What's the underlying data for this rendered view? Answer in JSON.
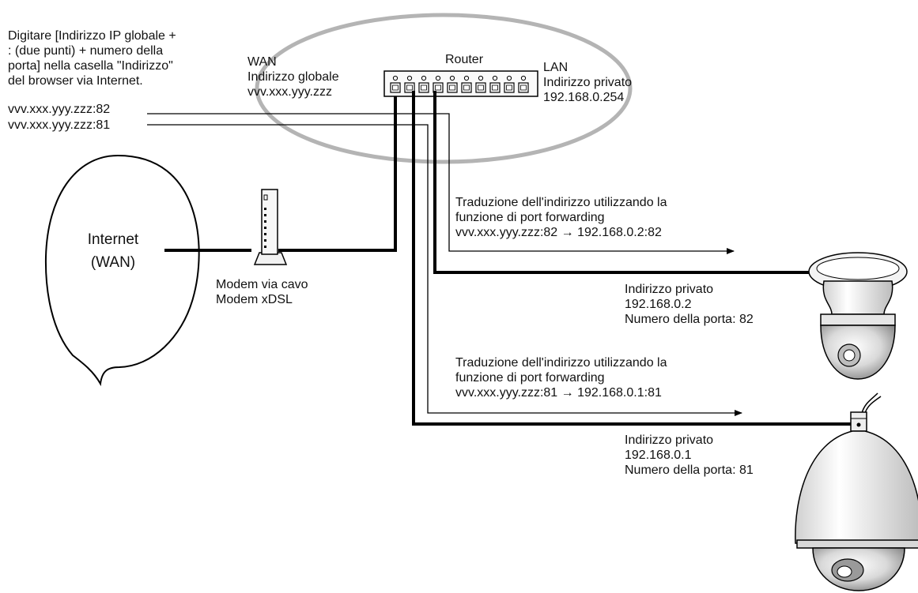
{
  "instructions": {
    "lines": [
      "Digitare [Indirizzo IP globale +",
      ": (due punti) + numero della",
      "porta] nella casella \"Indirizzo\"",
      "del browser via Internet."
    ],
    "url_82": "vvv.xxx.yyy.zzz:82",
    "url_81": "vvv.xxx.yyy.zzz:81"
  },
  "wan": {
    "title": "WAN",
    "subtitle": "Indirizzo globale",
    "address": "vvv.xxx.yyy.zzz"
  },
  "router": {
    "label": "Router"
  },
  "lan": {
    "title": "LAN",
    "subtitle": "Indirizzo privato",
    "address": "192.168.0.254"
  },
  "internet": {
    "line1": "Internet",
    "line2": "(WAN)"
  },
  "modem": {
    "line1": "Modem via cavo",
    "line2": "Modem xDSL"
  },
  "forward_82": {
    "line1": "Traduzione dell'indirizzo utilizzando la",
    "line2": "funzione di port forwarding",
    "line3": "vvv.xxx.yyy.zzz:82 → 192.168.0.2:82"
  },
  "camera_2": {
    "line1": "Indirizzo privato",
    "line2": "192.168.0.2",
    "line3": "Numero della porta: 82"
  },
  "forward_81": {
    "line1": "Traduzione dell'indirizzo utilizzando la",
    "line2": "funzione di port forwarding",
    "line3": "vvv.xxx.yyy.zzz:81 → 192.168.0.1:81"
  },
  "camera_1": {
    "line1": "Indirizzo privato",
    "line2": "192.168.0.1",
    "line3": "Numero della porta: 81"
  },
  "colors": {
    "line": "#000000",
    "highlight_ellipse": "#b4b4b4",
    "device_fill": "#f2f2f2",
    "device_shade": "#bdbdbd"
  },
  "icons": {
    "router": "router-icon",
    "modem": "modem-icon",
    "camera_2": "ceiling-dome-camera-icon",
    "camera_1": "pendant-dome-camera-icon",
    "internet": "cloud-ellipse"
  }
}
